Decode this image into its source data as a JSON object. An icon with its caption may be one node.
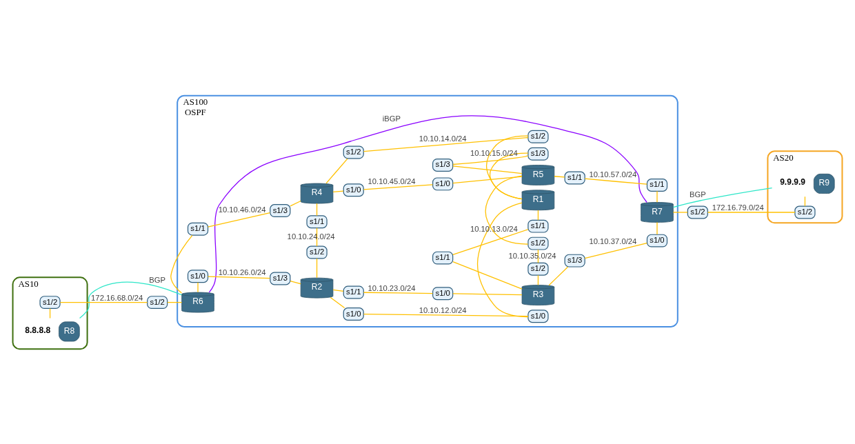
{
  "diagram": {
    "nodes": [
      {
        "text": [
          "AS100",
          "OSPF"
        ]
      },
      {
        "text": [
          "R2"
        ],
        "in": 0
      },
      {
        "text": [
          "R3"
        ],
        "in": 0
      },
      {
        "text": [
          "R6"
        ],
        "in": 0
      },
      {
        "text": [
          "R1"
        ],
        "in": 0
      },
      {
        "text": [
          "R7"
        ],
        "in": 0
      },
      {
        "text": [
          "R4"
        ],
        "in": 0
      },
      {
        "text": [
          "R5"
        ],
        "in": 0
      },
      {
        "text": [
          "AS10"
        ]
      },
      {
        "text": [
          "R8"
        ],
        "in": 8,
        "beside": [
          "8.8.8.8"
        ]
      },
      {
        "text": [
          "AS20"
        ]
      },
      {
        "text": [
          "R9"
        ],
        "in": 10,
        "beside": [
          "9.9.9.9"
        ]
      },
      {
        "text": [
          "s1/1"
        ],
        "in": 0
      },
      {
        "text": [
          "s1/0"
        ],
        "in": 0
      },
      {
        "text": [
          "s1/0"
        ],
        "in": 0
      },
      {
        "text": [
          "s1/3"
        ],
        "in": 0
      },
      {
        "text": [
          "s1/0"
        ],
        "in": 0
      },
      {
        "text": [
          "s1/0"
        ],
        "in": 0
      },
      {
        "text": [
          "s1/2"
        ],
        "in": 0
      },
      {
        "text": [
          "s1/1"
        ],
        "in": 0
      },
      {
        "text": [
          "s1/1"
        ],
        "in": 0
      },
      {
        "text": [
          "s1/1"
        ],
        "in": 0
      },
      {
        "text": [
          "s1/2"
        ],
        "in": 0
      },
      {
        "text": [
          "s1/2"
        ],
        "in": 0
      },
      {
        "text": [
          "s1/3"
        ],
        "in": 0
      },
      {
        "text": [
          "s1/0"
        ],
        "in": 0
      },
      {
        "text": [
          "s1/1"
        ],
        "in": 0
      },
      {
        "text": [
          "s1/3"
        ],
        "in": 0
      },
      {
        "text": [
          "s1/2"
        ],
        "in": 0
      },
      {
        "text": [
          "s1/2"
        ],
        "in": 0
      },
      {
        "text": [
          "s1/3"
        ],
        "in": 0
      },
      {
        "text": [
          "s1/3"
        ],
        "in": 0
      },
      {
        "text": [
          "s1/0"
        ],
        "in": 0
      },
      {
        "text": [
          "s1/0"
        ],
        "in": 0
      },
      {
        "text": [
          "s1/1"
        ],
        "in": 0
      },
      {
        "text": [
          "s1/1"
        ],
        "in": 0
      },
      {
        "text": [
          "s1/2"
        ],
        "in": 8
      },
      {
        "text": [
          "s1/2"
        ]
      },
      {
        "text": [
          "s1/2"
        ]
      },
      {
        "text": [
          "s1/2"
        ],
        "in": 10
      }
    ],
    "edges": [
      {
        "from": 1,
        "to": 12,
        "arrow": "none"
      },
      {
        "from": 12,
        "to": 13,
        "arrow": "none",
        "label": "10.10.23.0/24"
      },
      {
        "from": 13,
        "to": 2,
        "arrow": "none"
      },
      {
        "from": 3,
        "to": 14,
        "arrow": "none"
      },
      {
        "from": 14,
        "to": 15,
        "arrow": "none",
        "label": "10.10.26.0/24"
      },
      {
        "from": 15,
        "to": 1,
        "arrow": "none"
      },
      {
        "from": 1,
        "to": 16,
        "arrow": "none"
      },
      {
        "from": 16,
        "to": 17,
        "arrow": "none",
        "label": "10.10.12.0/24"
      },
      {
        "from": 17,
        "to": 4,
        "arrow": "none"
      },
      {
        "from": 1,
        "to": 18,
        "arrow": "none"
      },
      {
        "from": 18,
        "to": 19,
        "arrow": "none",
        "label": "10.10.24.0/24"
      },
      {
        "from": 19,
        "to": 6,
        "arrow": "none"
      },
      {
        "from": 2,
        "to": 20,
        "arrow": "none"
      },
      {
        "from": 20,
        "to": 21,
        "arrow": "none",
        "label": "10.10.13.0/24"
      },
      {
        "from": 21,
        "to": 4,
        "arrow": "none"
      },
      {
        "from": 2,
        "to": 22,
        "arrow": "none"
      },
      {
        "from": 22,
        "to": 23,
        "arrow": "none",
        "label": "10.10.35.0/24"
      },
      {
        "from": 23,
        "to": 7,
        "arrow": "none"
      },
      {
        "from": 2,
        "to": 24,
        "arrow": "none"
      },
      {
        "from": 24,
        "to": 25,
        "arrow": "none",
        "label": "10.10.37.0/24"
      },
      {
        "from": 25,
        "to": 5,
        "arrow": "none"
      },
      {
        "from": 3,
        "to": 26,
        "arrow": "none"
      },
      {
        "from": 26,
        "to": 27,
        "arrow": "none",
        "label": "10.10.46.0/24"
      },
      {
        "from": 27,
        "to": 6,
        "arrow": "none"
      },
      {
        "from": 4,
        "to": 28,
        "arrow": "none"
      },
      {
        "from": 28,
        "to": 29,
        "arrow": "none",
        "label": "10.10.14.0/24"
      },
      {
        "from": 29,
        "to": 6,
        "arrow": "none"
      },
      {
        "from": 4,
        "to": 30,
        "arrow": "none"
      },
      {
        "from": 30,
        "to": 31,
        "arrow": "none",
        "label": "10.10.15.0/24"
      },
      {
        "from": 31,
        "to": 7,
        "arrow": "none"
      },
      {
        "from": 6,
        "to": 32,
        "arrow": "none"
      },
      {
        "from": 32,
        "to": 33,
        "arrow": "none",
        "label": "10.10.45.0/24"
      },
      {
        "from": 33,
        "to": 7,
        "arrow": "none"
      },
      {
        "from": 5,
        "to": 34,
        "arrow": "none"
      },
      {
        "from": 34,
        "to": 35,
        "arrow": "none",
        "label": "10.10.57.0/24"
      },
      {
        "from": 35,
        "to": 7,
        "arrow": "none"
      },
      {
        "from": 9,
        "to": 36,
        "arrow": "none"
      },
      {
        "from": 36,
        "to": 37,
        "arrow": "none",
        "label": "172.16.68.0/24"
      },
      {
        "from": 37,
        "to": 3,
        "arrow": "none"
      },
      {
        "from": 5,
        "to": 38,
        "arrow": "none"
      },
      {
        "from": 38,
        "to": 39,
        "arrow": "none",
        "label": "172.16.79.0/24"
      },
      {
        "from": 39,
        "to": 11,
        "arrow": "none"
      },
      {
        "from": 3,
        "to": 5,
        "arrow": "none",
        "label": "iBGP",
        "color": "#8a00ff"
      },
      {
        "from": 9,
        "to": 3,
        "arrow": "none",
        "label": "BGP",
        "color": "#2de6c8"
      },
      {
        "from": 5,
        "to": 11,
        "arrow": "none",
        "label": "BGP",
        "color": "#2de6c8"
      }
    ]
  }
}
